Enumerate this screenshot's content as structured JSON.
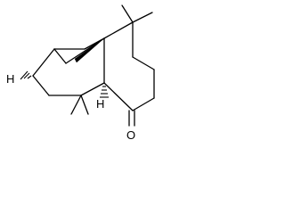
{
  "structure": {
    "atoms": {
      "hydrogen_left": "H",
      "hydrogen_bottom": "H",
      "oxygen": "O"
    }
  }
}
